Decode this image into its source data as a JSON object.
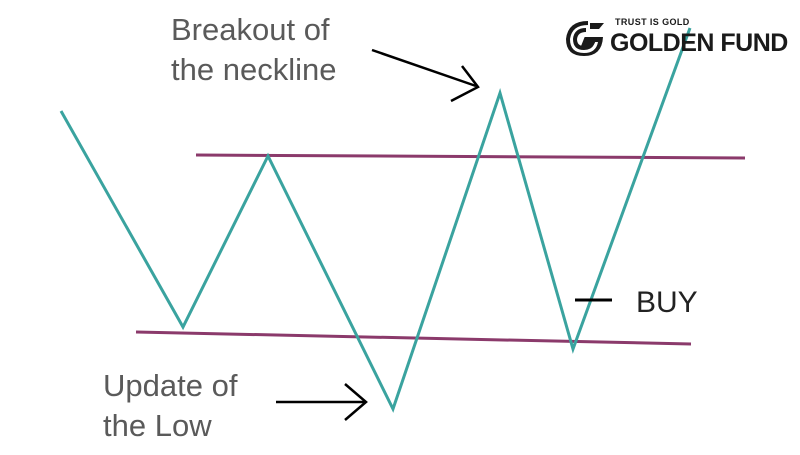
{
  "labels": {
    "breakout": [
      "Breakout of",
      "the neckline"
    ],
    "update": [
      "Update of",
      "the Low"
    ],
    "buy": "BUY"
  },
  "logo": {
    "tagline": "TRUST IS GOLD",
    "name": "GOLDEN FUND"
  },
  "colors": {
    "price_line": "#3aa39f",
    "level_lines": "#8b3a6b",
    "arrows": "#000000",
    "text": "#5a5a5a",
    "logo": "#1a1a1a"
  }
}
